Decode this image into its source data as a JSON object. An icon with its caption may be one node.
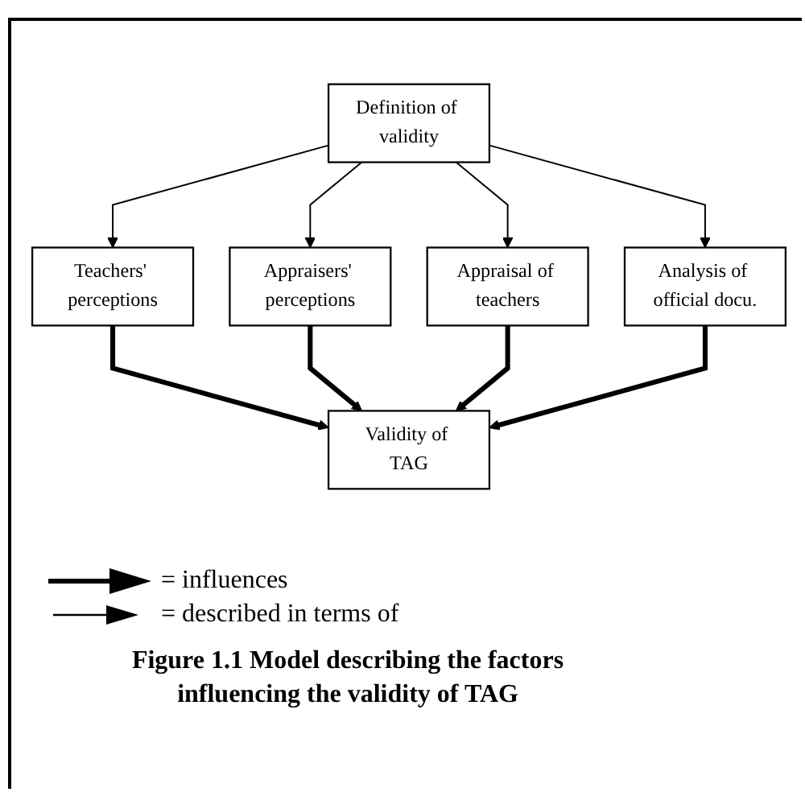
{
  "diagram": {
    "caption": "Figure 1.1 Model describing the factors influencing the validity of TAG",
    "nodes": [
      {
        "text": [
          "Definition of validity"
        ]
      },
      {
        "text": [
          "Teachers' perceptions"
        ]
      },
      {
        "text": [
          "Appraisers' perceptions"
        ]
      },
      {
        "text": [
          "Appraisal of teachers"
        ]
      },
      {
        "text": [
          "Analysis of official docu."
        ]
      },
      {
        "text": [
          "Validity of TAG"
        ]
      }
    ],
    "edges": [
      {
        "from": 0,
        "to": 1,
        "arrow": "to"
      },
      {
        "from": 0,
        "to": 2,
        "arrow": "to"
      },
      {
        "from": 0,
        "to": 3,
        "arrow": "to"
      },
      {
        "from": 0,
        "to": 4,
        "arrow": "to"
      },
      {
        "from": 1,
        "to": 5,
        "arrow": "to",
        "style": "thick"
      },
      {
        "from": 2,
        "to": 5,
        "arrow": "to",
        "style": "thick"
      },
      {
        "from": 3,
        "to": 5,
        "arrow": "to",
        "style": "thick"
      },
      {
        "from": 4,
        "to": 5,
        "arrow": "to",
        "style": "thick"
      }
    ],
    "legend": [
      {
        "text": "= influences"
      },
      {
        "text": "= described in terms of"
      }
    ]
  }
}
